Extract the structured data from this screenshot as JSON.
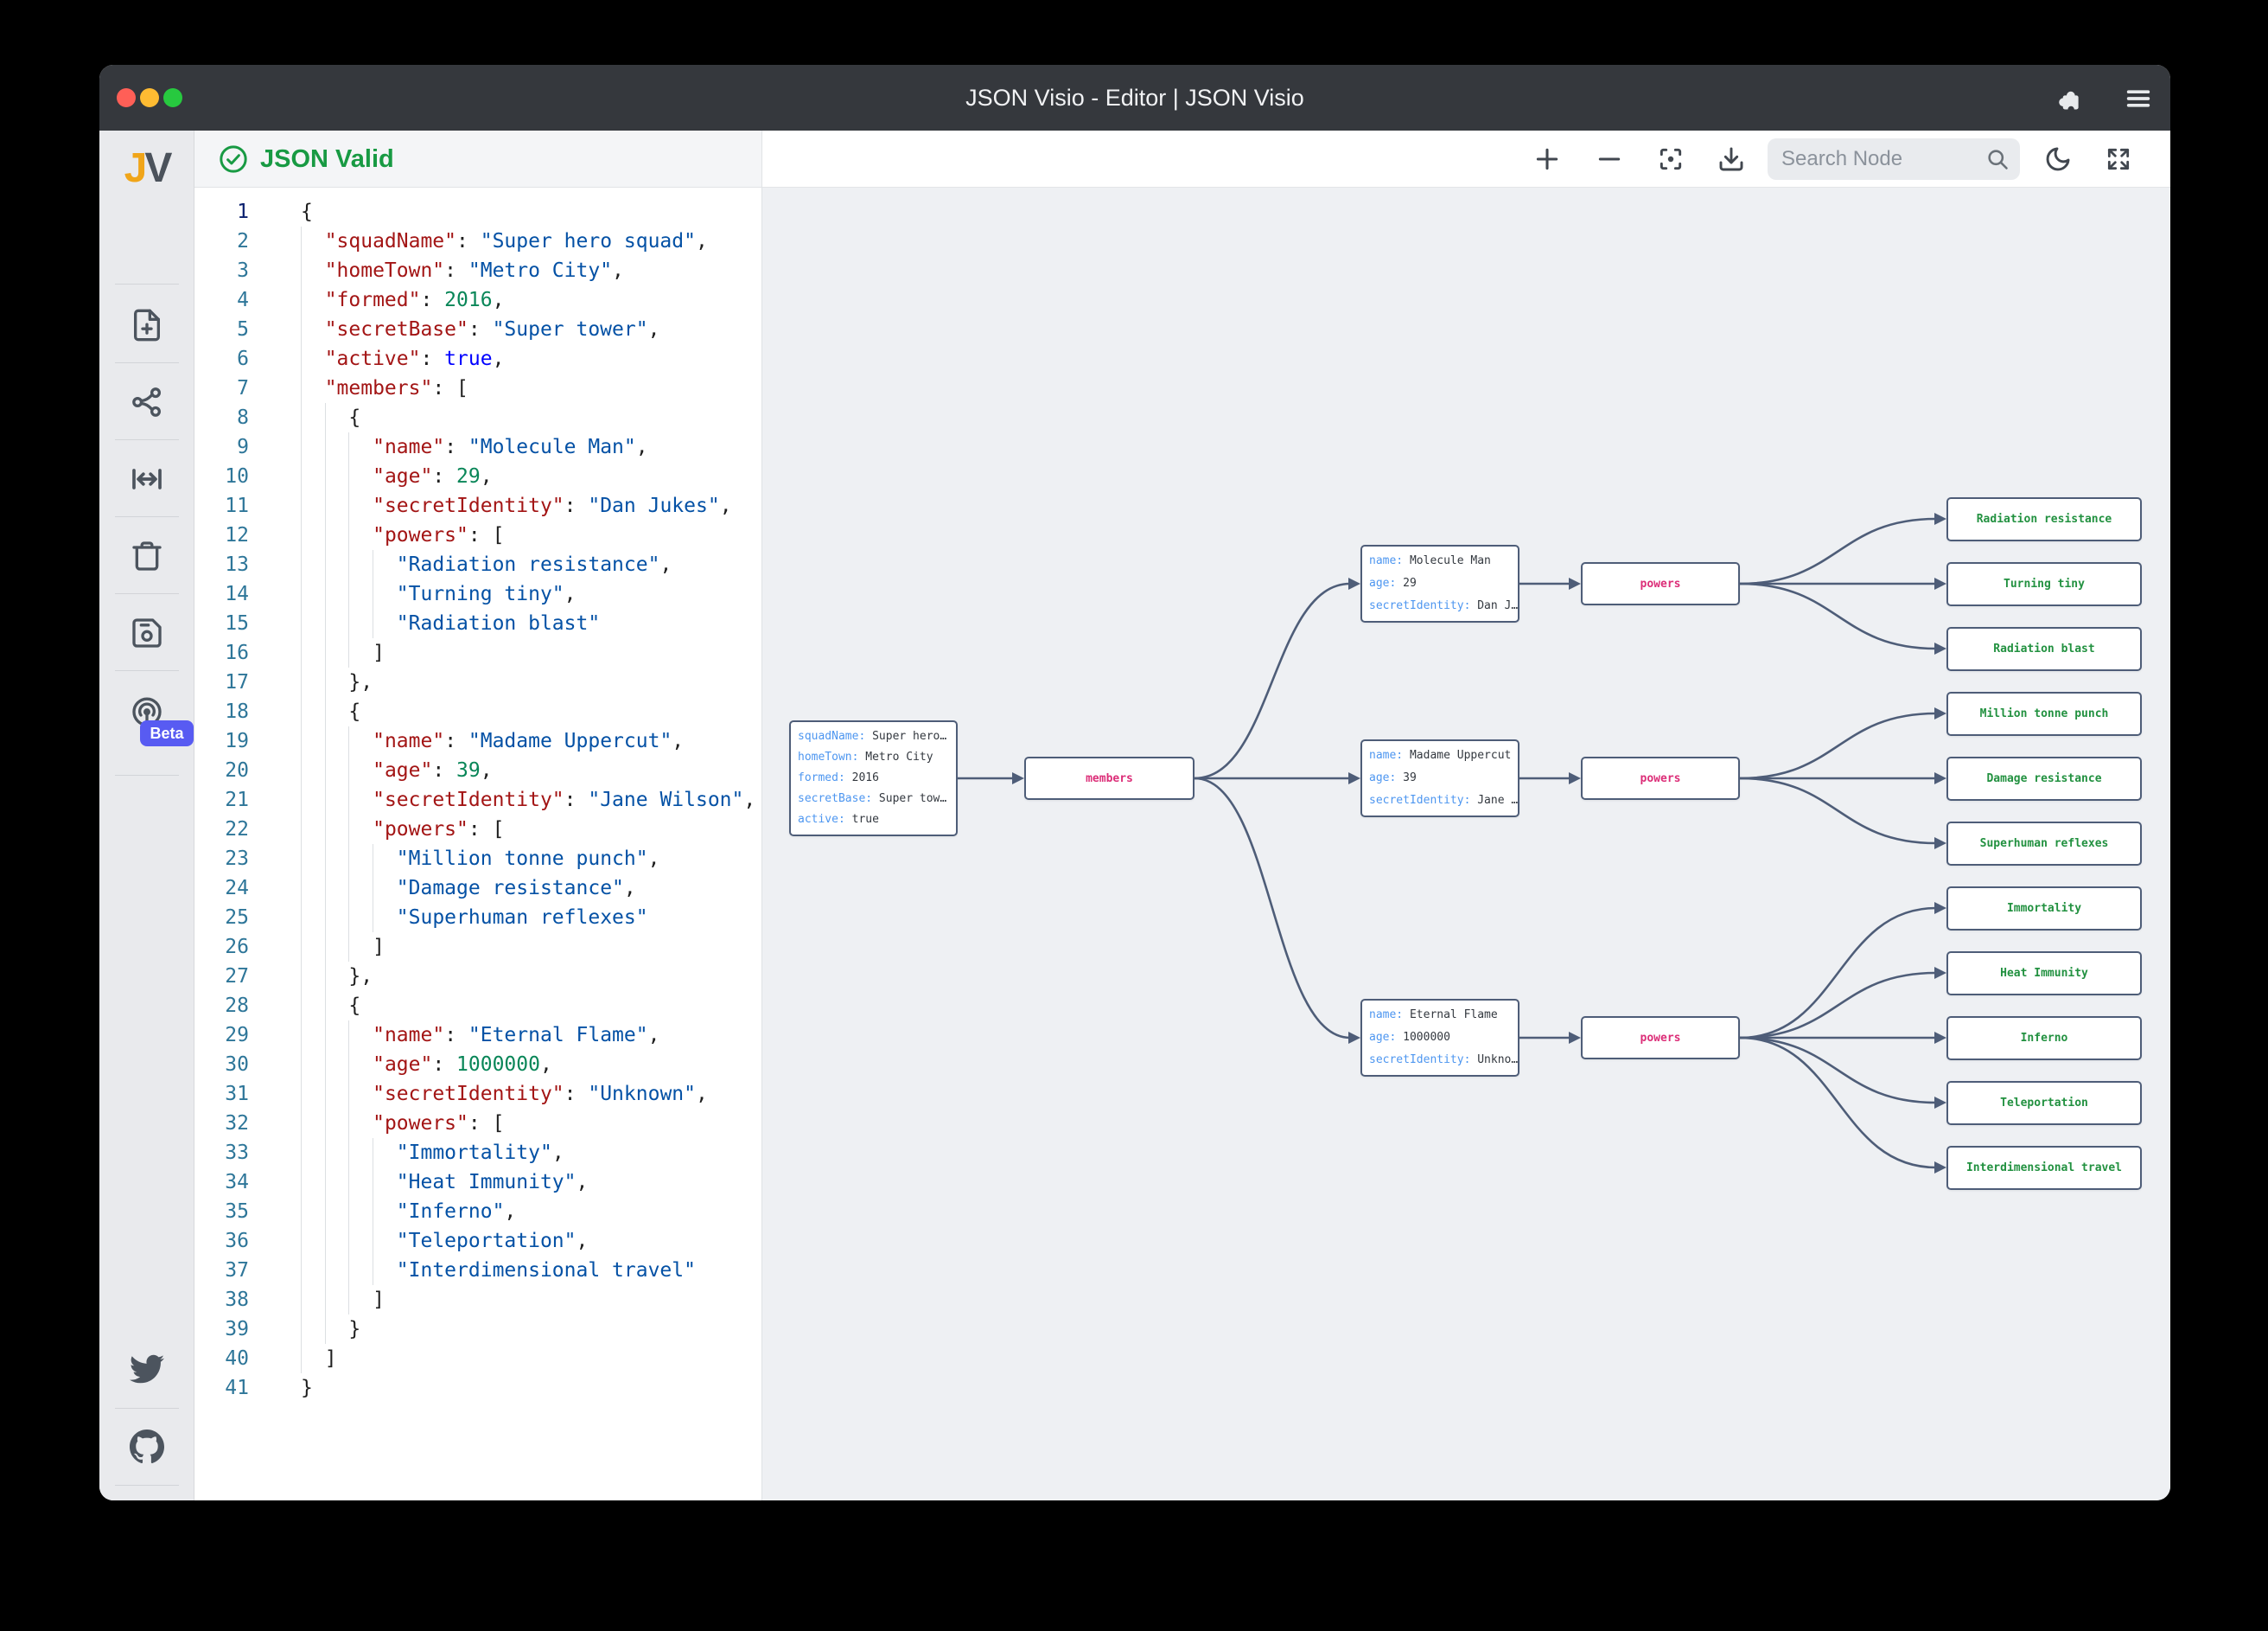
{
  "window": {
    "title": "JSON Visio - Editor | JSON Visio"
  },
  "status": {
    "valid_label": "JSON Valid"
  },
  "sidebar": {
    "logo_j": "J",
    "logo_v": "V",
    "beta_label": "Beta"
  },
  "toolbar": {
    "search_placeholder": "Search Node"
  },
  "colors": {
    "titlebar": "#35383d",
    "accent_green": "#189a43",
    "node_key_blue": "#4d96f0",
    "node_label_pink": "#dc2e78",
    "leaf_green": "#229140",
    "edge": "#4e5d78",
    "beta_badge": "#585bf2",
    "editor_key": "#a31515",
    "editor_string": "#0451a5",
    "editor_number": "#098658",
    "editor_bool": "#0000ff"
  },
  "editor": {
    "lines": [
      {
        "d": 0,
        "t": [
          [
            "p",
            "{"
          ]
        ]
      },
      {
        "d": 1,
        "t": [
          [
            "k",
            "\"squadName\""
          ],
          [
            "p",
            ": "
          ],
          [
            "s",
            "\"Super hero squad\""
          ],
          [
            "p",
            ","
          ]
        ]
      },
      {
        "d": 1,
        "t": [
          [
            "k",
            "\"homeTown\""
          ],
          [
            "p",
            ": "
          ],
          [
            "s",
            "\"Metro City\""
          ],
          [
            "p",
            ","
          ]
        ]
      },
      {
        "d": 1,
        "t": [
          [
            "k",
            "\"formed\""
          ],
          [
            "p",
            ": "
          ],
          [
            "n",
            "2016"
          ],
          [
            "p",
            ","
          ]
        ]
      },
      {
        "d": 1,
        "t": [
          [
            "k",
            "\"secretBase\""
          ],
          [
            "p",
            ": "
          ],
          [
            "s",
            "\"Super tower\""
          ],
          [
            "p",
            ","
          ]
        ]
      },
      {
        "d": 1,
        "t": [
          [
            "k",
            "\"active\""
          ],
          [
            "p",
            ": "
          ],
          [
            "b",
            "true"
          ],
          [
            "p",
            ","
          ]
        ]
      },
      {
        "d": 1,
        "t": [
          [
            "k",
            "\"members\""
          ],
          [
            "p",
            ": ["
          ]
        ]
      },
      {
        "d": 2,
        "t": [
          [
            "p",
            "{"
          ]
        ]
      },
      {
        "d": 3,
        "t": [
          [
            "k",
            "\"name\""
          ],
          [
            "p",
            ": "
          ],
          [
            "s",
            "\"Molecule Man\""
          ],
          [
            "p",
            ","
          ]
        ]
      },
      {
        "d": 3,
        "t": [
          [
            "k",
            "\"age\""
          ],
          [
            "p",
            ": "
          ],
          [
            "n",
            "29"
          ],
          [
            "p",
            ","
          ]
        ]
      },
      {
        "d": 3,
        "t": [
          [
            "k",
            "\"secretIdentity\""
          ],
          [
            "p",
            ": "
          ],
          [
            "s",
            "\"Dan Jukes\""
          ],
          [
            "p",
            ","
          ]
        ]
      },
      {
        "d": 3,
        "t": [
          [
            "k",
            "\"powers\""
          ],
          [
            "p",
            ": ["
          ]
        ]
      },
      {
        "d": 4,
        "t": [
          [
            "s",
            "\"Radiation resistance\""
          ],
          [
            "p",
            ","
          ]
        ]
      },
      {
        "d": 4,
        "t": [
          [
            "s",
            "\"Turning tiny\""
          ],
          [
            "p",
            ","
          ]
        ]
      },
      {
        "d": 4,
        "t": [
          [
            "s",
            "\"Radiation blast\""
          ]
        ]
      },
      {
        "d": 3,
        "t": [
          [
            "p",
            "]"
          ]
        ]
      },
      {
        "d": 2,
        "t": [
          [
            "p",
            "},"
          ]
        ]
      },
      {
        "d": 2,
        "t": [
          [
            "p",
            "{"
          ]
        ]
      },
      {
        "d": 3,
        "t": [
          [
            "k",
            "\"name\""
          ],
          [
            "p",
            ": "
          ],
          [
            "s",
            "\"Madame Uppercut\""
          ],
          [
            "p",
            ","
          ]
        ]
      },
      {
        "d": 3,
        "t": [
          [
            "k",
            "\"age\""
          ],
          [
            "p",
            ": "
          ],
          [
            "n",
            "39"
          ],
          [
            "p",
            ","
          ]
        ]
      },
      {
        "d": 3,
        "t": [
          [
            "k",
            "\"secretIdentity\""
          ],
          [
            "p",
            ": "
          ],
          [
            "s",
            "\"Jane Wilson\""
          ],
          [
            "p",
            ","
          ]
        ]
      },
      {
        "d": 3,
        "t": [
          [
            "k",
            "\"powers\""
          ],
          [
            "p",
            ": ["
          ]
        ]
      },
      {
        "d": 4,
        "t": [
          [
            "s",
            "\"Million tonne punch\""
          ],
          [
            "p",
            ","
          ]
        ]
      },
      {
        "d": 4,
        "t": [
          [
            "s",
            "\"Damage resistance\""
          ],
          [
            "p",
            ","
          ]
        ]
      },
      {
        "d": 4,
        "t": [
          [
            "s",
            "\"Superhuman reflexes\""
          ]
        ]
      },
      {
        "d": 3,
        "t": [
          [
            "p",
            "]"
          ]
        ]
      },
      {
        "d": 2,
        "t": [
          [
            "p",
            "},"
          ]
        ]
      },
      {
        "d": 2,
        "t": [
          [
            "p",
            "{"
          ]
        ]
      },
      {
        "d": 3,
        "t": [
          [
            "k",
            "\"name\""
          ],
          [
            "p",
            ": "
          ],
          [
            "s",
            "\"Eternal Flame\""
          ],
          [
            "p",
            ","
          ]
        ]
      },
      {
        "d": 3,
        "t": [
          [
            "k",
            "\"age\""
          ],
          [
            "p",
            ": "
          ],
          [
            "n",
            "1000000"
          ],
          [
            "p",
            ","
          ]
        ]
      },
      {
        "d": 3,
        "t": [
          [
            "k",
            "\"secretIdentity\""
          ],
          [
            "p",
            ": "
          ],
          [
            "s",
            "\"Unknown\""
          ],
          [
            "p",
            ","
          ]
        ]
      },
      {
        "d": 3,
        "t": [
          [
            "k",
            "\"powers\""
          ],
          [
            "p",
            ": ["
          ]
        ]
      },
      {
        "d": 4,
        "t": [
          [
            "s",
            "\"Immortality\""
          ],
          [
            "p",
            ","
          ]
        ]
      },
      {
        "d": 4,
        "t": [
          [
            "s",
            "\"Heat Immunity\""
          ],
          [
            "p",
            ","
          ]
        ]
      },
      {
        "d": 4,
        "t": [
          [
            "s",
            "\"Inferno\""
          ],
          [
            "p",
            ","
          ]
        ]
      },
      {
        "d": 4,
        "t": [
          [
            "s",
            "\"Teleportation\""
          ],
          [
            "p",
            ","
          ]
        ]
      },
      {
        "d": 4,
        "t": [
          [
            "s",
            "\"Interdimensional travel\""
          ]
        ]
      },
      {
        "d": 3,
        "t": [
          [
            "p",
            "]"
          ]
        ]
      },
      {
        "d": 2,
        "t": [
          [
            "p",
            "}"
          ]
        ]
      },
      {
        "d": 1,
        "t": [
          [
            "p",
            "]"
          ]
        ]
      },
      {
        "d": 0,
        "t": [
          [
            "p",
            "}"
          ]
        ]
      }
    ]
  },
  "graph": {
    "root_rows": [
      [
        "squadName",
        "Super hero…"
      ],
      [
        "homeTown",
        "Metro City"
      ],
      [
        "formed",
        "2016"
      ],
      [
        "secretBase",
        "Super tow…"
      ],
      [
        "active",
        "true"
      ]
    ],
    "members_label": "members",
    "members": [
      {
        "rows": [
          [
            "name",
            "Molecule Man"
          ],
          [
            "age",
            "29"
          ],
          [
            "secretIdentity",
            "Dan J…"
          ]
        ],
        "powers_label": "powers",
        "powers": [
          "Radiation resistance",
          "Turning tiny",
          "Radiation blast"
        ]
      },
      {
        "rows": [
          [
            "name",
            "Madame Uppercut"
          ],
          [
            "age",
            "39"
          ],
          [
            "secretIdentity",
            "Jane …"
          ]
        ],
        "powers_label": "powers",
        "powers": [
          "Million tonne punch",
          "Damage resistance",
          "Superhuman reflexes"
        ]
      },
      {
        "rows": [
          [
            "name",
            "Eternal Flame"
          ],
          [
            "age",
            "1000000"
          ],
          [
            "secretIdentity",
            "Unkno…"
          ]
        ],
        "powers_label": "powers",
        "powers": [
          "Immortality",
          "Heat Immunity",
          "Inferno",
          "Teleportation",
          "Interdimensional travel"
        ]
      }
    ]
  }
}
